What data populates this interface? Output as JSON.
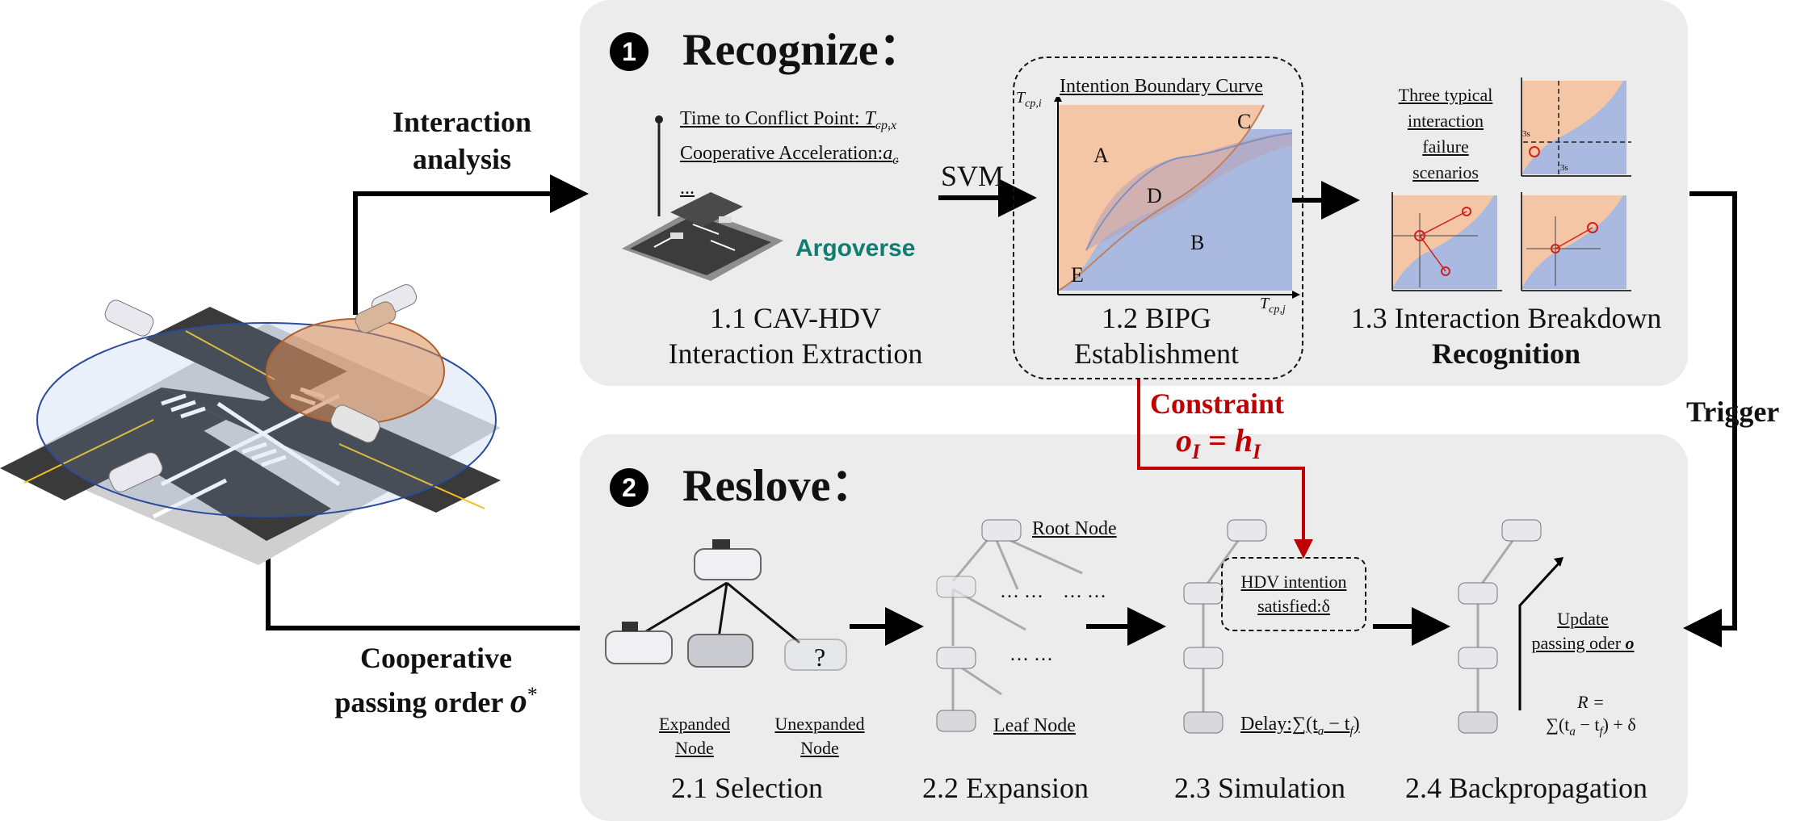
{
  "left": {
    "interaction_analysis": [
      "Interaction",
      "analysis"
    ],
    "cooperative_order": [
      "Cooperative",
      "passing order "
    ],
    "cooperative_order_symbol": "o",
    "cooperative_order_sup": "*"
  },
  "recognize": {
    "number": "1",
    "title": "Recognize：",
    "step1": {
      "feature1": "Time to Conflict Point: ",
      "feature1_sym": "T",
      "feature1_sub": "cp,x",
      "feature2": "Cooperative Acceleration:",
      "feature2_sym": "a",
      "feature2_sub": "c",
      "feature3": "...",
      "dataset": "Argoverse",
      "caption": [
        "1.1 CAV-HDV",
        "Interaction Extraction"
      ]
    },
    "svm": "SVM",
    "step2": {
      "curve_title": "Intention Boundary Curve",
      "y_axis": "T",
      "y_axis_sub": "cp,i",
      "x_axis": "T",
      "x_axis_sub": "cp,j",
      "regions": [
        "A",
        "B",
        "C",
        "D",
        "E"
      ],
      "caption": [
        "1.2 BIPG",
        "Establishment"
      ]
    },
    "step3": {
      "failure_label": [
        "Three typical",
        "interaction",
        "failure",
        "scenarios"
      ],
      "threshold_label": "3s",
      "caption_line1": "1.3 Interaction Breakdown",
      "caption_line2": "Recognition"
    }
  },
  "constraint": {
    "title": "Constraint",
    "eq_lhs": "o",
    "eq_lhs_sub": "I",
    "eq_op": " = ",
    "eq_rhs": "h",
    "eq_rhs_sub": "I"
  },
  "trigger": "Trigger",
  "resolve": {
    "number": "2",
    "title": "Reslove：",
    "step1": {
      "expanded": [
        "Expanded",
        "Node"
      ],
      "unexpanded": [
        "Unexpanded",
        "Node"
      ],
      "question": "?",
      "caption": "2.1 Selection"
    },
    "step2": {
      "root": "Root Node",
      "leaf": "Leaf Node",
      "dots": "… …",
      "caption": "2.2 Expansion"
    },
    "step3": {
      "hdv": [
        "HDV intention",
        "satisfied:δ"
      ],
      "delay": "Delay:∑(t",
      "delay_a": "a",
      "delay_mid": " − t",
      "delay_f": "f",
      "delay_end": ")",
      "caption": "2.3 Simulation"
    },
    "step4": {
      "update": [
        "Update",
        "passing oder "
      ],
      "update_sym": "o",
      "reward_line1": "R =",
      "reward_line2": "∑(t",
      "reward_a": "a",
      "reward_mid": " − t",
      "reward_f": "f",
      "reward_end": ") + δ",
      "caption": "2.4 Backpropagation"
    }
  },
  "colors": {
    "panel": "#ececec",
    "region_orange": "#f5c6a5",
    "region_blue": "#aab9e0",
    "constraint_red": "#c00000",
    "argoverse_teal": "#0f7d6f",
    "road": "#3a3a3a"
  }
}
